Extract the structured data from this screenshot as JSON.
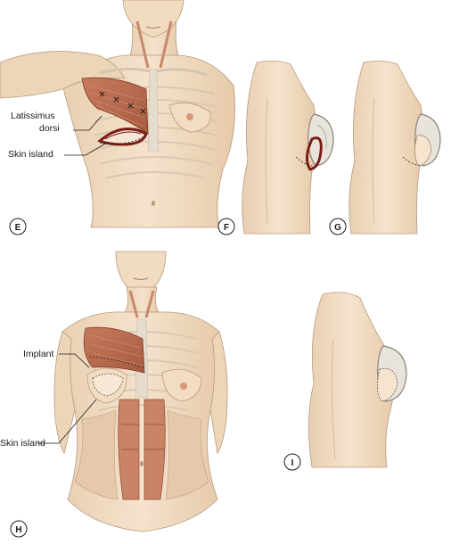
{
  "labels": {
    "latissimus_line1": "Latissimus",
    "latissimus_line2": "dorsi",
    "skin_island_top": "Skin island",
    "implant": "Implant",
    "skin_island_bottom": "Skin island"
  },
  "panels": {
    "e": "E",
    "f": "F",
    "g": "G",
    "h": "H",
    "i": "I"
  },
  "colors": {
    "skin": "#f3dfc6",
    "skin_shadow": "#e3c5a4",
    "outline": "#a98a70",
    "muscle": "#b86a4e",
    "muscle_light": "#d79a7e",
    "rib": "#d8cdbd",
    "flap_dark": "#7a1e14",
    "implant": "#e8e4dc"
  }
}
